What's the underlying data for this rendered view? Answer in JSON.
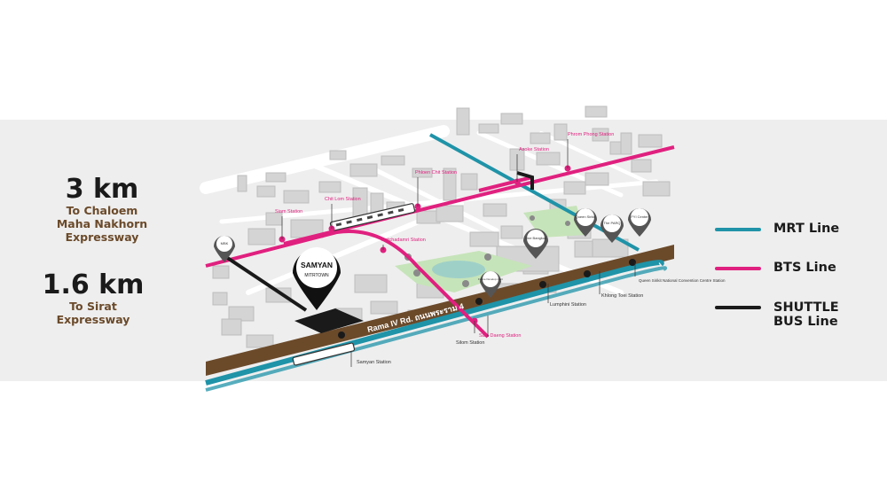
{
  "colors": {
    "mrt": "#1f93a8",
    "bts": "#e0207f",
    "shuttle": "#1a1a1a",
    "road": "#6b4a2a",
    "band": "#eeeeee",
    "label_brown": "#6b4a2a"
  },
  "distances": [
    {
      "km": "3 km",
      "to": [
        "To Chaloem",
        "Maha Nakhorn",
        "Expressway"
      ]
    },
    {
      "km": "1.6 km",
      "to": [
        "To Sirat",
        "Expressway"
      ]
    }
  ],
  "legend": [
    {
      "label": "MRT Line",
      "color_key": "mrt"
    },
    {
      "label": "BTS Line",
      "color_key": "bts"
    },
    {
      "label": "SHUTTLE\nBUS Line",
      "color_key": "shuttle"
    }
  ],
  "map": {
    "main_road_label": "Rama IV Rd. ถนนพระราม 4",
    "center_pin": {
      "line1": "SAMYAN",
      "line2": "MITRTOWN"
    },
    "landmark_pins": [
      {
        "label": "MBK"
      },
      {
        "label": "Future Develop ment"
      },
      {
        "label": "One Bangkok"
      },
      {
        "label": "Queen Sirikit"
      },
      {
        "label": "The PARQ"
      },
      {
        "label": "FYI Center"
      }
    ],
    "stations": [
      {
        "name": "Siam Station",
        "line": "bts"
      },
      {
        "name": "Chit Lom Station",
        "line": "bts"
      },
      {
        "name": "Phloen Chit Station",
        "line": "bts"
      },
      {
        "name": "Asoke Station",
        "line": "bts"
      },
      {
        "name": "Phrom Phong Station",
        "line": "bts"
      },
      {
        "name": "Ratchadamri Station",
        "line": "bts"
      },
      {
        "name": "Sala Daeng Station",
        "line": "bts"
      },
      {
        "name": "Samyan Station",
        "line": "mrt"
      },
      {
        "name": "Silom Station",
        "line": "mrt"
      },
      {
        "name": "Lumphini Station",
        "line": "mrt"
      },
      {
        "name": "Khlong Toei Station",
        "line": "mrt"
      },
      {
        "name": "Queen Sirikit National Convention Centre Station",
        "line": "mrt"
      }
    ]
  }
}
